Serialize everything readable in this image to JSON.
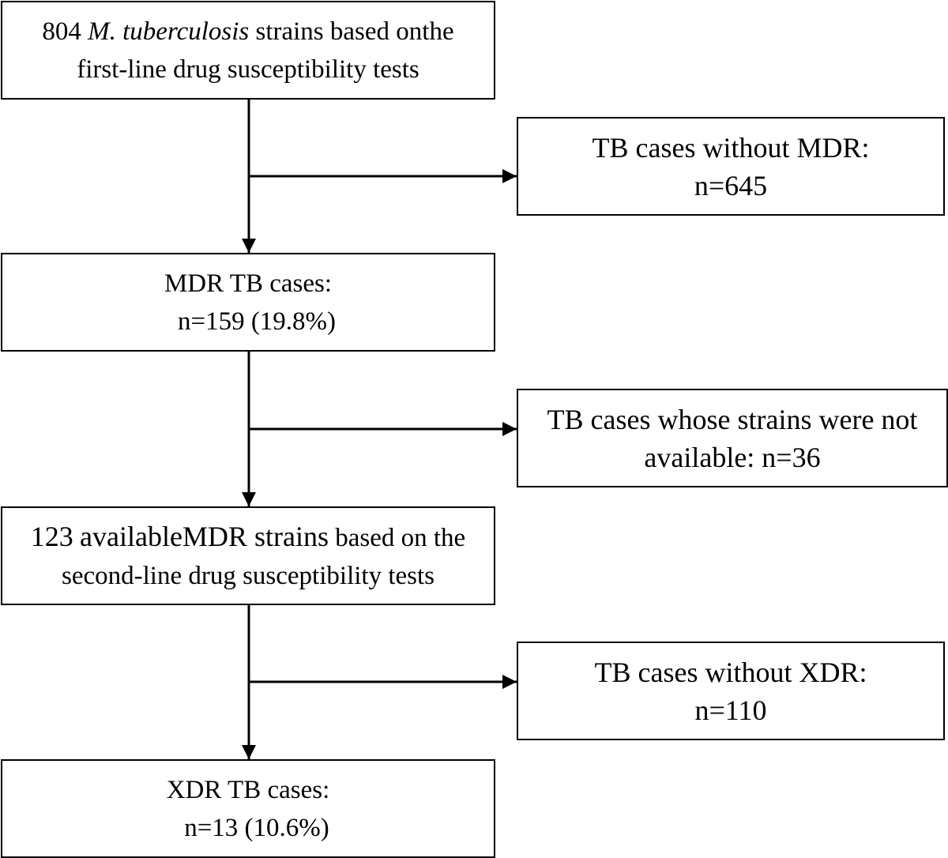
{
  "flowchart": {
    "start": {
      "count": "804",
      "organism": "M. tuberculosis",
      "line1_rest": "strains based onthe",
      "line2": "first-line drug susceptibility tests"
    },
    "excluded_1": {
      "line1": "TB cases without MDR:",
      "line2": "n=645"
    },
    "mdr": {
      "line1": "MDR TB cases:",
      "line2": "n=159 (19.8%)"
    },
    "excluded_2": {
      "line1": "TB cases whose strains were not",
      "line2": "available: n=36"
    },
    "available": {
      "count": "123",
      "label": "availableMDR strains",
      "line1_rest": "based on the",
      "line2": "second-line drug susceptibility tests"
    },
    "excluded_3": {
      "line1": "TB cases without XDR:",
      "line2": "n=110"
    },
    "xdr": {
      "line1": "XDR TB cases:",
      "line2": "n=13 (10.6%)"
    }
  },
  "colors": {
    "line": "#000000",
    "background": "#ffffff"
  }
}
